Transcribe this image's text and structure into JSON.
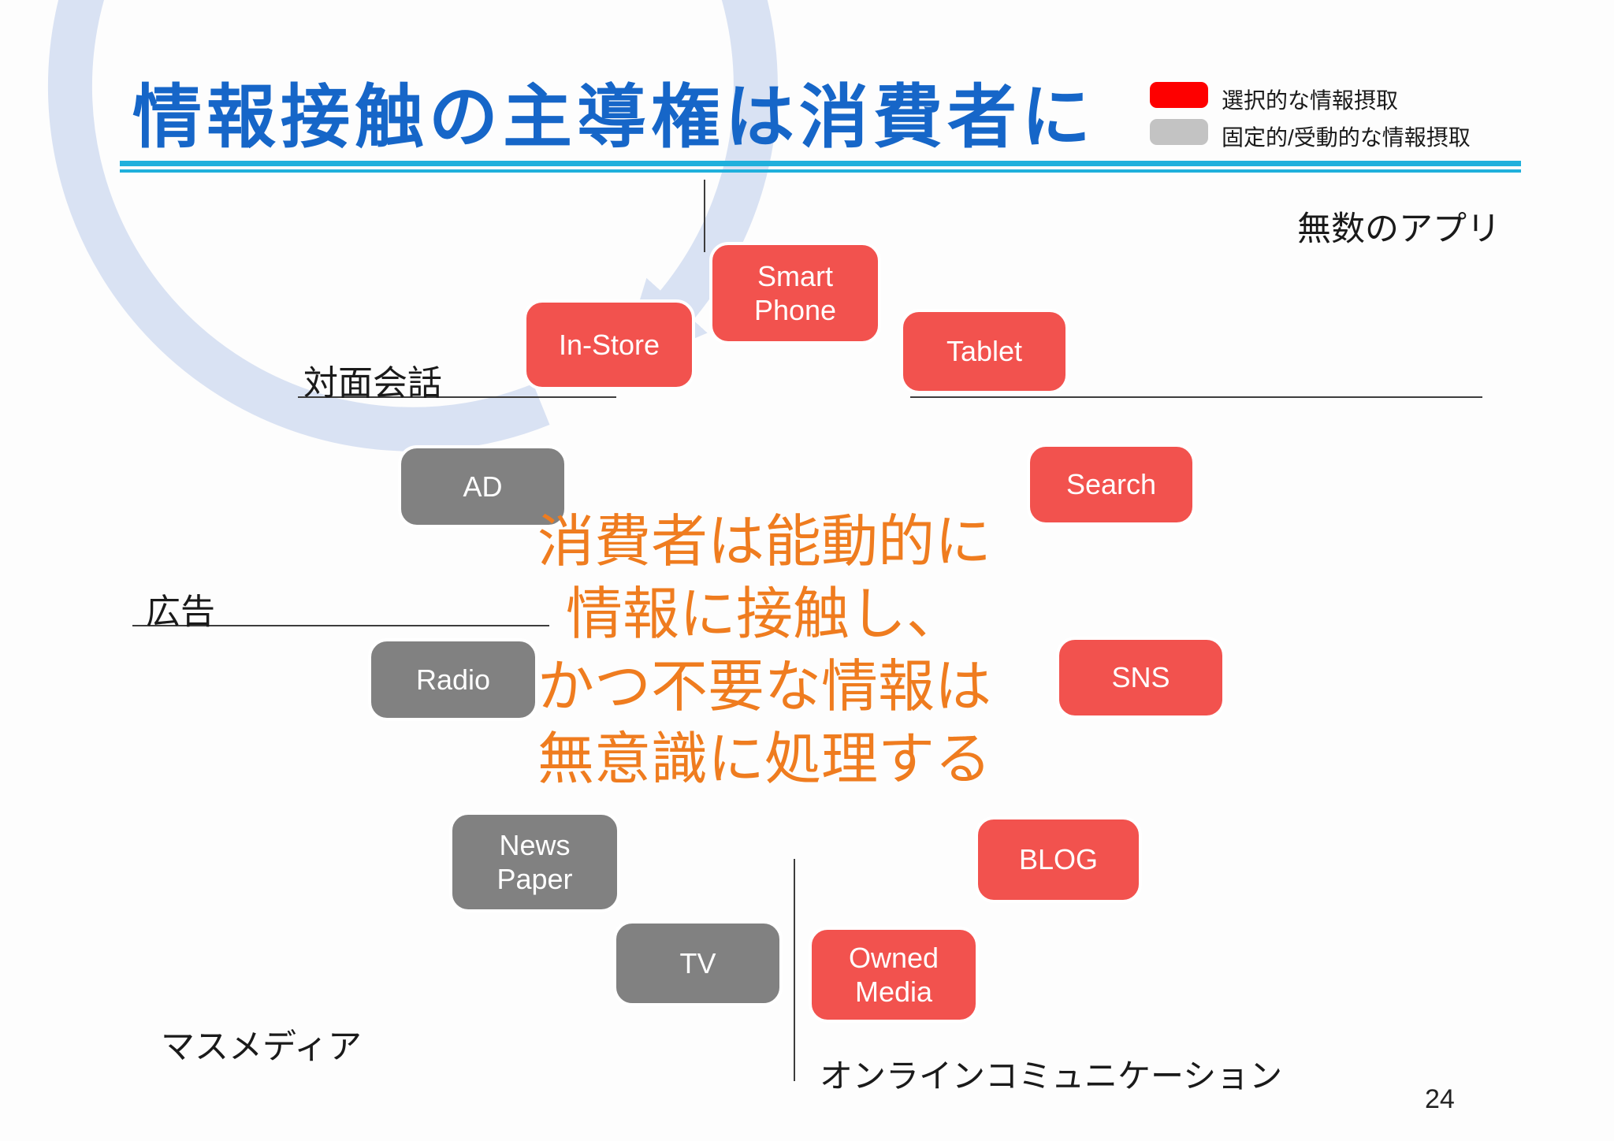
{
  "slide": {
    "title": "情報接触の主導権は消費者に",
    "page_number": "24",
    "colors": {
      "title_blue": "#1666C8",
      "rule_cyan": "#20B0DC",
      "selective_red": "#F2524E",
      "passive_gray": "#818181",
      "legend_red": "#FE0000",
      "legend_gray": "#C3C3C3",
      "ring_blue": "#D9E2F3",
      "center_orange": "#EF7C1F"
    }
  },
  "legend": {
    "items": [
      {
        "swatch": "red",
        "label": "選択的な情報摂取"
      },
      {
        "swatch": "gray",
        "label": "固定的/受動的な情報摂取"
      }
    ]
  },
  "cycle": {
    "nodes": [
      {
        "id": "smart-phone",
        "label": "Smart\nPhone",
        "type": "selective"
      },
      {
        "id": "tablet",
        "label": "Tablet",
        "type": "selective"
      },
      {
        "id": "search",
        "label": "Search",
        "type": "selective"
      },
      {
        "id": "sns",
        "label": "SNS",
        "type": "selective"
      },
      {
        "id": "blog",
        "label": "BLOG",
        "type": "selective"
      },
      {
        "id": "owned-media",
        "label": "Owned\nMedia",
        "type": "selective"
      },
      {
        "id": "tv",
        "label": "TV",
        "type": "passive"
      },
      {
        "id": "news-paper",
        "label": "News\nPaper",
        "type": "passive"
      },
      {
        "id": "radio",
        "label": "Radio",
        "type": "passive"
      },
      {
        "id": "ad",
        "label": "AD",
        "type": "passive"
      },
      {
        "id": "in-store",
        "label": "In-Store",
        "type": "selective"
      }
    ]
  },
  "center_message": {
    "text": "消費者は能動的に\n情報に接触し、\nかつ不要な情報は\n無意識に処理する"
  },
  "annotations": {
    "apps": "無数のアプリ",
    "face_to_face": "対面会話",
    "advertising": "広告",
    "mass_media": "マスメディア",
    "online_communication": "オンラインコミュニケーション"
  }
}
